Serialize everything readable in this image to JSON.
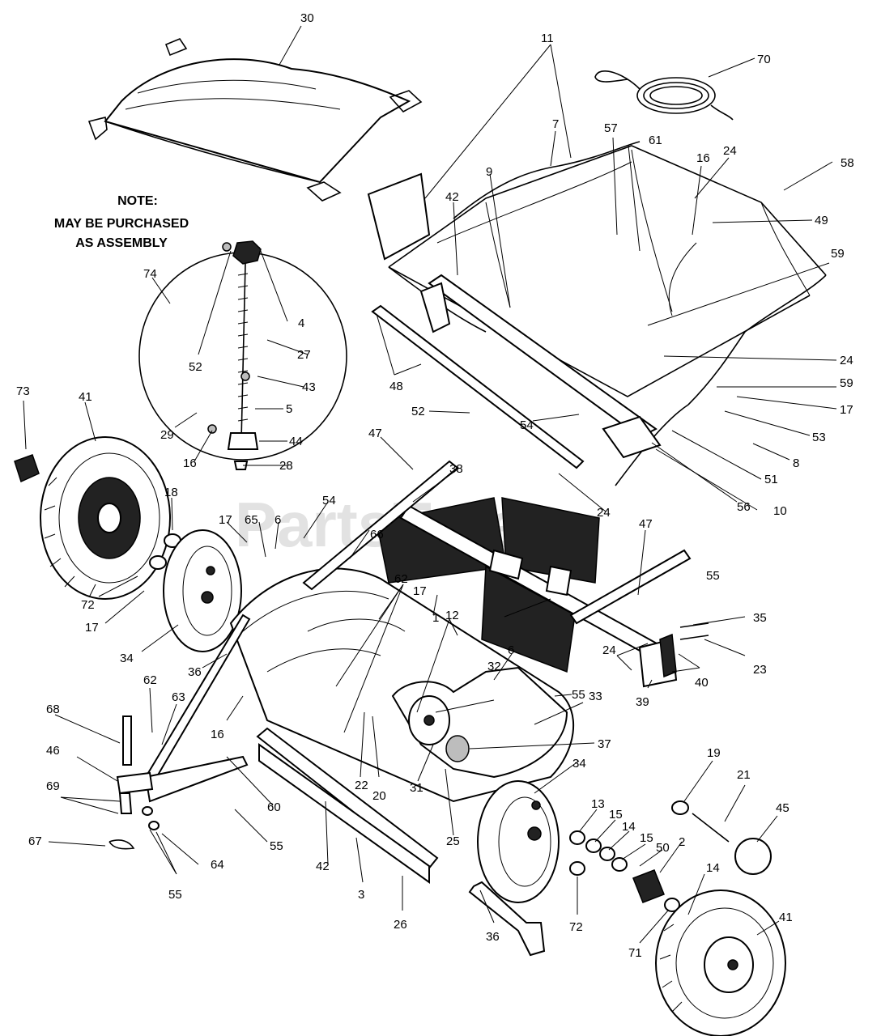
{
  "watermark": "PartsTree",
  "note": {
    "line1": "NOTE:",
    "line2": "MAY BE PURCHASED",
    "line3": "AS ASSEMBLY"
  },
  "callouts": [
    {
      "id": "c30",
      "text": "30"
    },
    {
      "id": "c11",
      "text": "11"
    },
    {
      "id": "c70",
      "text": "70"
    },
    {
      "id": "c7",
      "text": "7"
    },
    {
      "id": "c57",
      "text": "57"
    },
    {
      "id": "c61",
      "text": "61"
    },
    {
      "id": "c16a",
      "text": "16"
    },
    {
      "id": "c24a",
      "text": "24"
    },
    {
      "id": "c58",
      "text": "58"
    },
    {
      "id": "c9",
      "text": "9"
    },
    {
      "id": "c42a",
      "text": "42"
    },
    {
      "id": "c49",
      "text": "49"
    },
    {
      "id": "c59a",
      "text": "59"
    },
    {
      "id": "c74",
      "text": "74"
    },
    {
      "id": "c4",
      "text": "4"
    },
    {
      "id": "c52a",
      "text": "52"
    },
    {
      "id": "c27",
      "text": "27"
    },
    {
      "id": "c43",
      "text": "43"
    },
    {
      "id": "c24b",
      "text": "24"
    },
    {
      "id": "c59b",
      "text": "59"
    },
    {
      "id": "c17a",
      "text": "17"
    },
    {
      "id": "c73",
      "text": "73"
    },
    {
      "id": "c41a",
      "text": "41"
    },
    {
      "id": "c5",
      "text": "5"
    },
    {
      "id": "c29",
      "text": "29"
    },
    {
      "id": "c44",
      "text": "44"
    },
    {
      "id": "c16b",
      "text": "16"
    },
    {
      "id": "c28",
      "text": "28"
    },
    {
      "id": "c48",
      "text": "48"
    },
    {
      "id": "c52b",
      "text": "52"
    },
    {
      "id": "c54a",
      "text": "54"
    },
    {
      "id": "c53",
      "text": "53"
    },
    {
      "id": "c8",
      "text": "8"
    },
    {
      "id": "c51",
      "text": "51"
    },
    {
      "id": "c56",
      "text": "56"
    },
    {
      "id": "c10",
      "text": "10"
    },
    {
      "id": "c47a",
      "text": "47"
    },
    {
      "id": "c38",
      "text": "38"
    },
    {
      "id": "c24c",
      "text": "24"
    },
    {
      "id": "c18",
      "text": "18"
    },
    {
      "id": "c17b",
      "text": "17"
    },
    {
      "id": "c65",
      "text": "65"
    },
    {
      "id": "c6a",
      "text": "6"
    },
    {
      "id": "c54b",
      "text": "54"
    },
    {
      "id": "c55a",
      "text": "55"
    },
    {
      "id": "c47b",
      "text": "47"
    },
    {
      "id": "c66",
      "text": "66"
    },
    {
      "id": "c72a",
      "text": "72"
    },
    {
      "id": "c17c",
      "text": "17"
    },
    {
      "id": "c62a",
      "text": "62"
    },
    {
      "id": "c17d",
      "text": "17"
    },
    {
      "id": "c1",
      "text": "1"
    },
    {
      "id": "c12",
      "text": "12"
    },
    {
      "id": "c35",
      "text": "35"
    },
    {
      "id": "c34a",
      "text": "34"
    },
    {
      "id": "c36a",
      "text": "36"
    },
    {
      "id": "c32",
      "text": "32"
    },
    {
      "id": "c6b",
      "text": "6"
    },
    {
      "id": "c24d",
      "text": "24"
    },
    {
      "id": "c23",
      "text": "23"
    },
    {
      "id": "c55b",
      "text": "55"
    },
    {
      "id": "c39",
      "text": "39"
    },
    {
      "id": "c40",
      "text": "40"
    },
    {
      "id": "c33",
      "text": "33"
    },
    {
      "id": "c16c",
      "text": "16"
    },
    {
      "id": "c68",
      "text": "68"
    },
    {
      "id": "c62b",
      "text": "62"
    },
    {
      "id": "c63",
      "text": "63"
    },
    {
      "id": "c37",
      "text": "37"
    },
    {
      "id": "c46",
      "text": "46"
    },
    {
      "id": "c22",
      "text": "22"
    },
    {
      "id": "c20",
      "text": "20"
    },
    {
      "id": "c60",
      "text": "60"
    },
    {
      "id": "c31",
      "text": "31"
    },
    {
      "id": "c25",
      "text": "25"
    },
    {
      "id": "c34b",
      "text": "34"
    },
    {
      "id": "c19",
      "text": "19"
    },
    {
      "id": "c21",
      "text": "21"
    },
    {
      "id": "c45",
      "text": "45"
    },
    {
      "id": "c69",
      "text": "69"
    },
    {
      "id": "c13",
      "text": "13"
    },
    {
      "id": "c15a",
      "text": "15"
    },
    {
      "id": "c14a",
      "text": "14"
    },
    {
      "id": "c15b",
      "text": "15"
    },
    {
      "id": "c50",
      "text": "50"
    },
    {
      "id": "c2",
      "text": "2"
    },
    {
      "id": "c55c",
      "text": "55"
    },
    {
      "id": "c42b",
      "text": "42"
    },
    {
      "id": "c67",
      "text": "67"
    },
    {
      "id": "c64",
      "text": "64"
    },
    {
      "id": "c55d",
      "text": "55"
    },
    {
      "id": "c3",
      "text": "3"
    },
    {
      "id": "c26",
      "text": "26"
    },
    {
      "id": "c72b",
      "text": "72"
    },
    {
      "id": "c14b",
      "text": "14"
    },
    {
      "id": "c36b",
      "text": "36"
    },
    {
      "id": "c71",
      "text": "71"
    },
    {
      "id": "c41b",
      "text": "41"
    }
  ]
}
